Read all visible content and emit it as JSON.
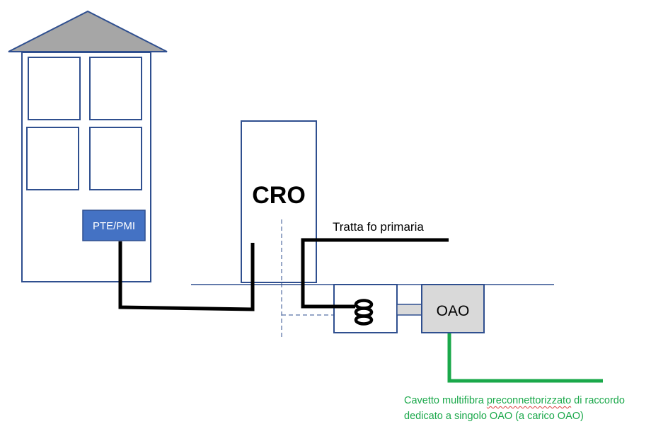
{
  "labels": {
    "cro": "CRO",
    "pte_pmi": "PTE/PMI",
    "oao": "OAO",
    "primary_route": "Tratta fo primaria"
  },
  "note": {
    "part1": "Cavetto multifibra ",
    "part2_spellcheck": "preconnettorizzato",
    "part3": " di raccordo dedicato a singolo OAO (a carico OAO)"
  },
  "colors": {
    "outline": "#2f4f8f",
    "roof": "#a6a6a6",
    "pte_fill": "#4472c4",
    "oao_fill": "#d9d9d9",
    "green_cable": "#1aa84a",
    "black_cable": "#000000"
  }
}
